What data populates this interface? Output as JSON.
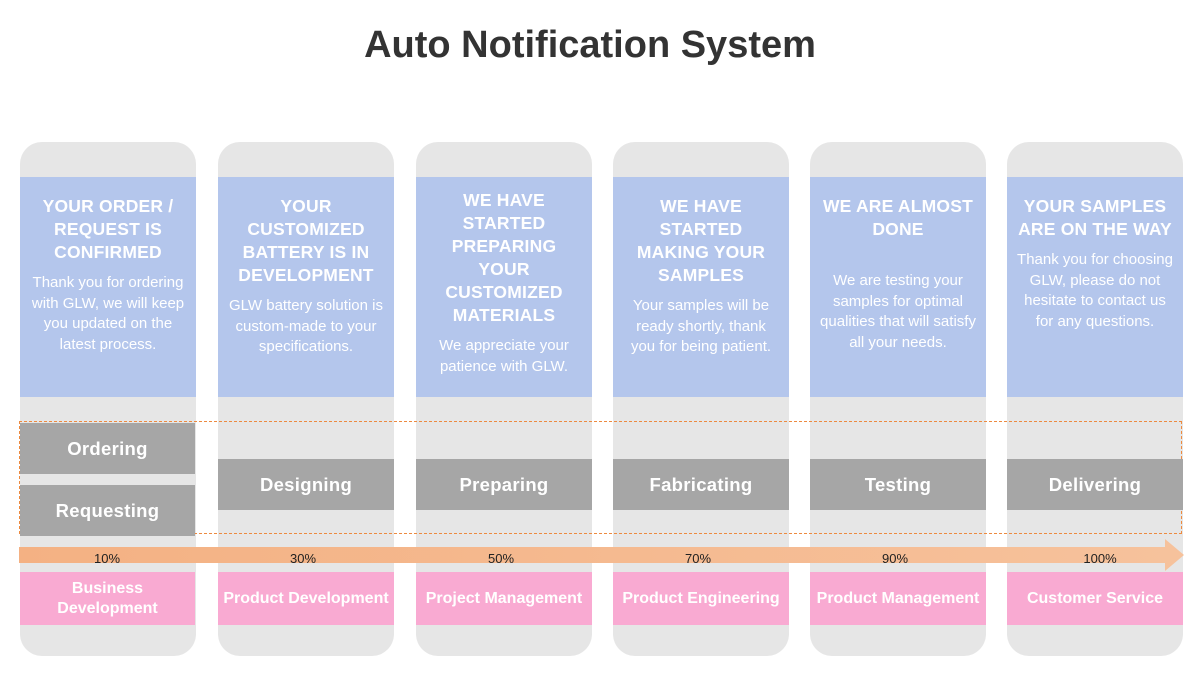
{
  "title": "Auto Notification System",
  "colors": {
    "column_bg": "#e6e6e6",
    "card_bg": "#b4c6ec",
    "stage_bg": "#a6a6a6",
    "department_bg": "#f9aad2",
    "arrow": "#f4b183",
    "dashed_frame": "#ed8a3f",
    "title_text": "#333333"
  },
  "steps": [
    {
      "heading": "YOUR ORDER / REQUEST IS CONFIRMED",
      "body": "Thank you for ordering with GLW, we will keep you updated on the latest process.",
      "stages": [
        "Ordering",
        "Requesting"
      ],
      "progress": "10%",
      "department": "Business Development"
    },
    {
      "heading": "YOUR CUSTOMIZED BATTERY IS IN DEVELOPMENT",
      "body": "GLW battery solution is custom-made to your specifications.",
      "stages": [
        "Designing"
      ],
      "progress": "30%",
      "department": "Product Development"
    },
    {
      "heading": "WE HAVE STARTED PREPARING YOUR CUSTOMIZED MATERIALS",
      "body": "We appreciate your patience with GLW.",
      "stages": [
        "Preparing"
      ],
      "progress": "50%",
      "department": "Project Management"
    },
    {
      "heading": "WE HAVE STARTED MAKING YOUR SAMPLES",
      "body": "Your samples will be ready shortly, thank you for being patient.",
      "stages": [
        "Fabricating"
      ],
      "progress": "70%",
      "department": "Product Engineering"
    },
    {
      "heading": "WE ARE ALMOST DONE",
      "body": "We are testing your samples for optimal qualities that will satisfy all your needs.",
      "stages": [
        "Testing"
      ],
      "progress": "90%",
      "department": "Product Management"
    },
    {
      "heading": "YOUR SAMPLES ARE ON THE WAY",
      "body": "Thank you for choosing GLW, please do not hesitate to contact us for any questions.",
      "stages": [
        "Delivering"
      ],
      "progress": "100%",
      "department": "Customer Service"
    }
  ]
}
